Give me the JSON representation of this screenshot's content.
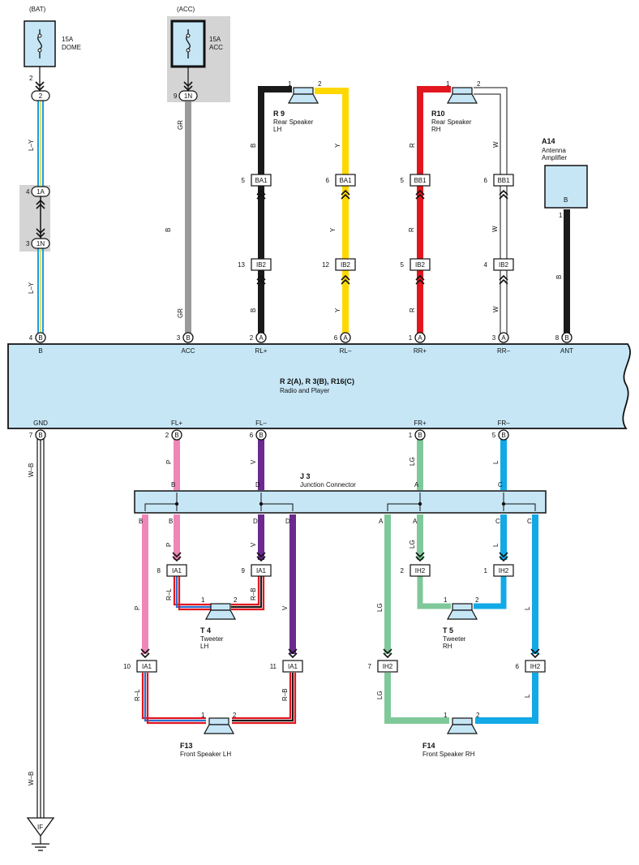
{
  "colors": {
    "LY": [
      "#1aa0dc",
      "#e8e070"
    ],
    "GR": "#9a9a9c",
    "B": "#1a1a1a",
    "Y": "#ffd800",
    "R": "#e2161e",
    "W": "#ffffff",
    "P": "#ef86b8",
    "V": "#6a2a8e",
    "LG": "#7fc89a",
    "L": "#12a9e6",
    "WB": [
      "#ffffff",
      "#1a1a1a"
    ],
    "RL": [
      "#e2161e",
      "#2a6fd0"
    ],
    "RB": [
      "#e2161e",
      "#1a1a1a"
    ],
    "unit": "#c6e6f6",
    "shade": "#d4d4d4"
  },
  "fuses": {
    "dome": {
      "source": "(BAT)",
      "rating": "15A",
      "name": "DOME",
      "pin": "2"
    },
    "acc": {
      "source": "(ACC)",
      "rating": "15A",
      "name": "ACC",
      "pin": "9",
      "conn": "1N"
    }
  },
  "left_column": {
    "conn_top": "2",
    "wire1": "L–Y",
    "j1": {
      "pin": "4",
      "conn": "1A"
    },
    "j2": {
      "pin": "3",
      "conn": "1N"
    },
    "wire2": "L–Y",
    "gnd_wire1": "W–B",
    "gnd_wire2": "W–B",
    "ground": "IF"
  },
  "acc_wire": {
    "w1": "GR",
    "w2": "GR"
  },
  "rear_lh": {
    "id": "R 9",
    "name1": "Rear Speaker",
    "name2": "LH",
    "p1": "1",
    "p2": "2"
  },
  "rear_rh": {
    "id": "R10",
    "name1": "Rear Speaker",
    "name2": "RH",
    "p1": "1",
    "p2": "2"
  },
  "antenna": {
    "id": "A14",
    "name1": "Antenna",
    "name2": "Amplifier",
    "pin_letter": "B",
    "pin": "1",
    "wire": "B"
  },
  "rear_wires": [
    {
      "c1": "B",
      "c2": "B",
      "ba_pin": "5",
      "ba": "BA1",
      "ib_pin": "13",
      "ib": "IB2"
    },
    {
      "c1": "Y",
      "c2": "Y",
      "ba_pin": "6",
      "ba": "BA1",
      "ib_pin": "12",
      "ib": "IB2"
    },
    {
      "c1": "R",
      "c2": "R",
      "ba_pin": "5",
      "ba": "BB1",
      "ib_pin": "5",
      "ib": "IB2"
    },
    {
      "c1": "W",
      "c2": "W",
      "ba_pin": "6",
      "ba": "BB1",
      "ib_pin": "4",
      "ib": "IB2"
    }
  ],
  "radio": {
    "title": "R 2(A), R 3(B), R16(C)",
    "subtitle": "Radio and Player",
    "top_pins": [
      {
        "num": "4",
        "letter": "B",
        "label": "B"
      },
      {
        "num": "3",
        "letter": "B",
        "label": "ACC"
      },
      {
        "num": "2",
        "letter": "A",
        "label": "RL+"
      },
      {
        "num": "6",
        "letter": "A",
        "label": "RL–"
      },
      {
        "num": "1",
        "letter": "A",
        "label": "RR+"
      },
      {
        "num": "3",
        "letter": "A",
        "label": "RR–"
      },
      {
        "num": "8",
        "letter": "B",
        "label": "ANT"
      }
    ],
    "bottom_pins": [
      {
        "num": "7",
        "letter": "B",
        "label": "GND"
      },
      {
        "num": "2",
        "letter": "B",
        "label": "FL+"
      },
      {
        "num": "6",
        "letter": "B",
        "label": "FL–"
      },
      {
        "num": "1",
        "letter": "B",
        "label": "FR+"
      },
      {
        "num": "5",
        "letter": "B",
        "label": "FR–"
      }
    ]
  },
  "front_wires_top": {
    "fl_plus": "P",
    "fl_minus": "V",
    "fr_plus": "LG",
    "fr_minus": "L"
  },
  "junction": {
    "id": "J 3",
    "name": "Junction Connector",
    "top": [
      "B",
      "D",
      "A",
      "C"
    ],
    "bottom": [
      "B",
      "B",
      "D",
      "D",
      "A",
      "A",
      "C",
      "C"
    ]
  },
  "tweeter_lh": {
    "id": "T 4",
    "name1": "Tweeter",
    "name2": "LH",
    "p1": "1",
    "p2": "2",
    "c1_pin": "8",
    "c1": "IA1",
    "c2_pin": "9",
    "c2": "IA1",
    "w_in1": "P",
    "w_in2": "V",
    "w1": "R–L",
    "w2": "R–B"
  },
  "tweeter_rh": {
    "id": "T 5",
    "name1": "Tweeter",
    "name2": "RH",
    "p1": "1",
    "p2": "2",
    "c1_pin": "2",
    "c1": "IH2",
    "c2_pin": "1",
    "c2": "IH2",
    "w_in1": "LG",
    "w_in2": "L"
  },
  "front_lh": {
    "id": "F13",
    "name": "Front Speaker LH",
    "p1": "1",
    "p2": "2",
    "c1_pin": "10",
    "c1": "IA1",
    "c2_pin": "11",
    "c2": "IA1",
    "w_in1": "P",
    "w_in2": "V",
    "w1": "R–L",
    "w2": "R–B"
  },
  "front_rh": {
    "id": "F14",
    "name": "Front Speaker RH",
    "p1": "1",
    "p2": "2",
    "c1_pin": "7",
    "c1": "IH2",
    "c2_pin": "6",
    "c2": "IH2",
    "w_in1": "LG",
    "w_in2": "L",
    "w1": "LG",
    "w2": "L"
  }
}
